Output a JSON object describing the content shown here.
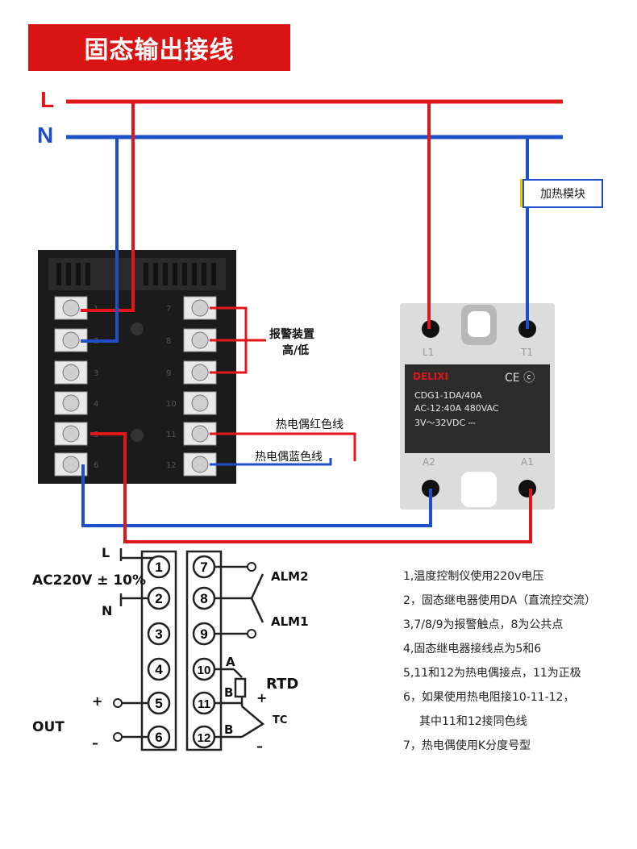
{
  "title": "固态输出接线",
  "power_lines": {
    "live": "L",
    "neutral": "N"
  },
  "heater_module": "加热模块",
  "alarm_device": {
    "line1": "报警装置",
    "line2": "高/低"
  },
  "thermocouple_labels": {
    "red": "热电偶红色线",
    "blue": "热电偶蓝色线"
  },
  "controller": {
    "left_terminals": [
      "1",
      "2",
      "3",
      "4",
      "5",
      "6"
    ],
    "right_terminals": [
      "7",
      "8",
      "9",
      "10",
      "11",
      "12"
    ]
  },
  "ssr": {
    "brand": "DELIXI",
    "model": "CDG1-1DA/40A",
    "rating": "AC-12:40A 480VAC",
    "control": "3V～32VDC ⎓",
    "terminals": {
      "l1": "L1",
      "t1": "T1",
      "a2": "A2",
      "a1": "A1"
    }
  },
  "schematic": {
    "L": "L",
    "N": "N",
    "supply": "AC220V ± 10%",
    "out": "OUT",
    "plus": "+",
    "minus": "–",
    "alm2": "ALM2",
    "alm1": "ALM1",
    "rtd": "RTD",
    "tc": "TC",
    "A": "A",
    "B": "B",
    "terminals_left": [
      "1",
      "2",
      "3",
      "4",
      "5",
      "6"
    ],
    "terminals_right": [
      "7",
      "8",
      "9",
      "10",
      "11",
      "12"
    ]
  },
  "notes": [
    "1,温度控制仪使用220v电压",
    "2，固态继电器使用DA（直流控交流）",
    "3,7/8/9为报警触点，8为公共点",
    "4,固态继电器接线点为5和6",
    "5,11和12为热电偶接点，11为正极",
    "6，如果使用热电阻接10-11-12，",
    "其中11和12接同色线",
    "7，热电偶使用K分度号型"
  ],
  "colors": {
    "live": "#e0161b",
    "neutral": "#1f4ec9",
    "banner": "#d91414",
    "heater": "#f5c200"
  }
}
